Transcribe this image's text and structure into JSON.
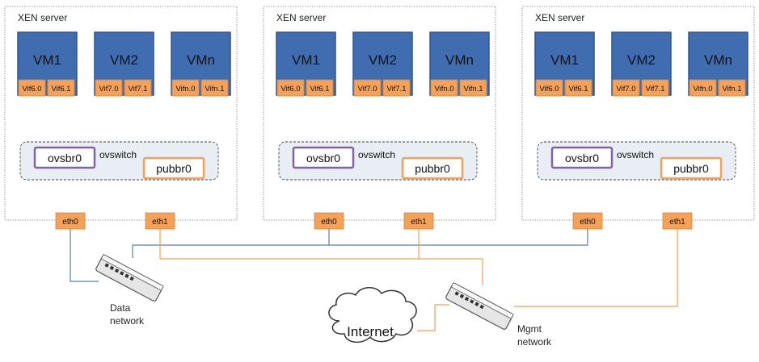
{
  "colors": {
    "vm_fill": "#3f6db0",
    "vm_stroke": "#2f5597",
    "port_fill": "#f4a15a",
    "port_stroke": "#d98536",
    "ovsbr_stroke": "#8064a2",
    "pubbr_stroke": "#f4a15a",
    "blue_line": "#5b7fa6",
    "orange_line": "#f0a050",
    "server_border": "#7f7f7f",
    "switch_area_fill": "#e9eef4"
  },
  "servers": [
    {
      "title": "XEN server",
      "vms": [
        {
          "name": "VM1",
          "ports": [
            "Vif6.0",
            "Vif6.1"
          ]
        },
        {
          "name": "VM2",
          "ports": [
            "Vif7.0",
            "Vif7.1"
          ]
        },
        {
          "name": "VMn",
          "ports": [
            "Vifn.0",
            "Vifn.1"
          ]
        }
      ],
      "ovs_bridge": "ovsbr0",
      "ovs_label": "ovswitch",
      "pub_bridge": "pubbr0",
      "nics": [
        "eth0",
        "eth1"
      ]
    },
    {
      "title": "XEN server",
      "vms": [
        {
          "name": "VM1",
          "ports": [
            "Vif6.0",
            "Vif6.1"
          ]
        },
        {
          "name": "VM2",
          "ports": [
            "Vif7.0",
            "Vif7.1"
          ]
        },
        {
          "name": "VMn",
          "ports": [
            "Vifn.0",
            "Vifn.1"
          ]
        }
      ],
      "ovs_bridge": "ovsbr0",
      "ovs_label": "ovswitch",
      "pub_bridge": "pubbr0",
      "nics": [
        "eth0",
        "eth1"
      ]
    },
    {
      "title": "XEN server",
      "vms": [
        {
          "name": "VM1",
          "ports": [
            "Vif6.0",
            "Vif6.1"
          ]
        },
        {
          "name": "VM2",
          "ports": [
            "Vif7.0",
            "Vif7.1"
          ]
        },
        {
          "name": "VMn",
          "ports": [
            "Vifn.0",
            "Vifn.1"
          ]
        }
      ],
      "ovs_bridge": "ovsbr0",
      "ovs_label": "ovswitch",
      "pub_bridge": "pubbr0",
      "nics": [
        "eth0",
        "eth1"
      ]
    }
  ],
  "data_network": {
    "label_line1": "Data",
    "label_line2": "network"
  },
  "mgmt_network": {
    "label_line1": "Mgmt",
    "label_line2": "network"
  },
  "internet": {
    "label": "Internet"
  }
}
